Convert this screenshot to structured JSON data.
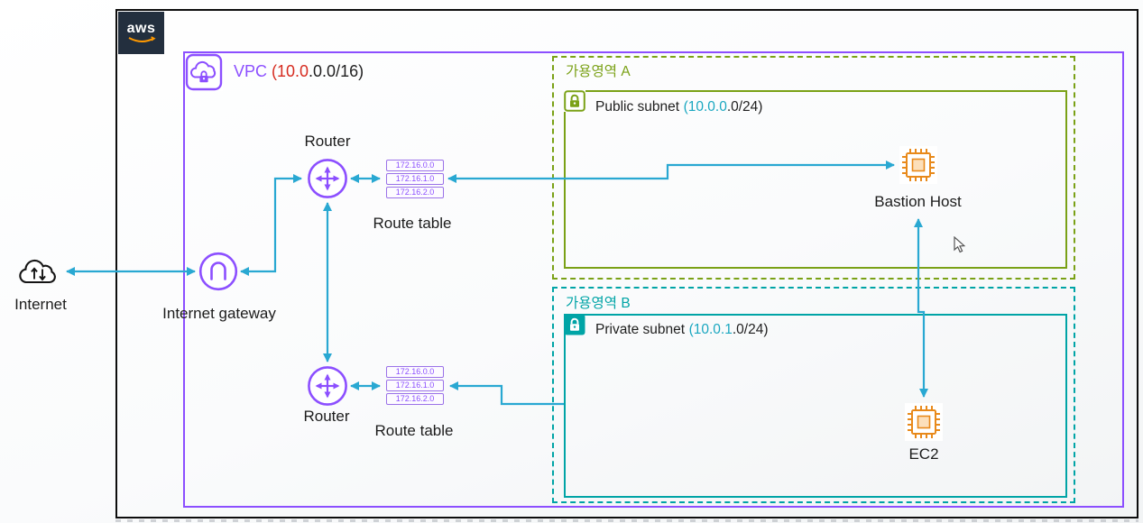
{
  "diagram": {
    "aws_cloud": {
      "logo_text": "aws"
    },
    "internet": {
      "label": "Internet"
    },
    "internet_gateway": {
      "label": "Internet gateway"
    },
    "vpc": {
      "name": "VPC",
      "cidr_highlight": "(10.0",
      "cidr_rest": ".0.0/16)"
    },
    "router_top": {
      "label": "Router"
    },
    "router_bottom": {
      "label": "Router"
    },
    "route_table_top": {
      "label": "Route table",
      "entries": [
        "172.16.0.0",
        "172.16.1.0",
        "172.16.2.0"
      ]
    },
    "route_table_bottom": {
      "label": "Route table",
      "entries": [
        "172.16.0.0",
        "172.16.1.0",
        "172.16.2.0"
      ]
    },
    "availability_zone_a": {
      "label": "가용영역 A"
    },
    "availability_zone_b": {
      "label": "가용영역 B"
    },
    "public_subnet": {
      "label": "Public subnet",
      "cidr_highlight": "(10.0.0",
      "cidr_rest": ".0/24)"
    },
    "private_subnet": {
      "label": "Private subnet",
      "cidr_highlight": "(10.0.1",
      "cidr_rest": ".0/24)"
    },
    "bastion_host": {
      "label": "Bastion Host"
    },
    "ec2": {
      "label": "EC2"
    }
  },
  "colors": {
    "vpc_purple": "#8C4FFF",
    "public_green": "#7AA116",
    "private_teal": "#00A4A6",
    "arrow_cyan": "#29A8D2",
    "compute_orange": "#E8891A",
    "vpc_cidr_red": "#D62B1F",
    "subnet_cidr_teal": "#1AA7C0",
    "aws_dark": "#232F3E"
  }
}
